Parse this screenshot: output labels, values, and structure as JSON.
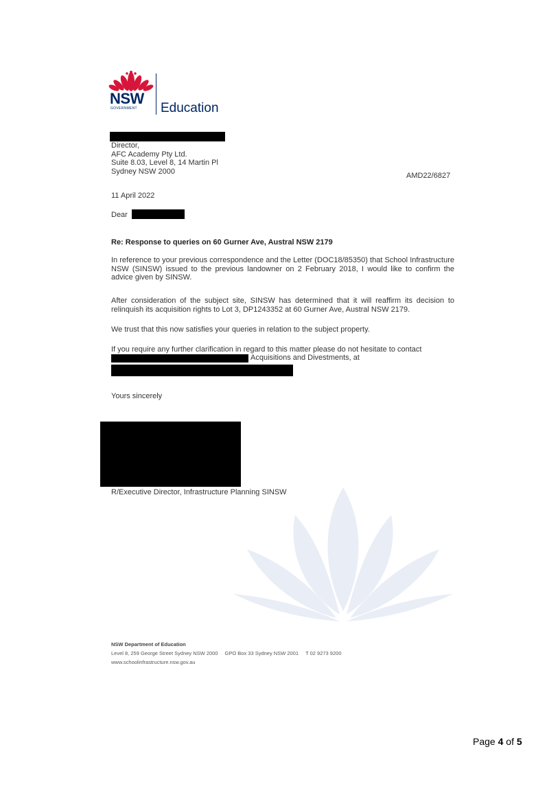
{
  "logo": {
    "nsw": "NSW",
    "government": "GOVERNMENT",
    "department": "Education"
  },
  "letter": {
    "recipient_title": "Director,",
    "recipient_company": "AFC Academy Pty Ltd.",
    "recipient_address_1": "Suite 8.03, Level 8, 14 Martin Pl",
    "recipient_address_2": "Sydney NSW 2000",
    "reference": "AMD22/6827",
    "date": "11 April 2022",
    "salutation": "Dear",
    "subject": "Re: Response to queries on 60 Gurner Ave, Austral NSW 2179",
    "paragraph_1": "In reference to your previous correspondence and the Letter (DOC18/85350) that School Infrastructure NSW (SINSW) issued to the previous landowner on 2 February 2018, I would like to confirm the advice given by SINSW.",
    "paragraph_2": "After consideration of the subject site, SINSW has determined that it will reaffirm its decision to relinquish its acquisition rights to Lot 3, DP1243352 at 60 Gurner Ave, Austral NSW 2179.",
    "paragraph_3": "We trust that this now satisfies your queries in relation to the subject property.",
    "paragraph_4_line_1": "If you require any further clarification in regard to this matter please do not hesitate to contact",
    "paragraph_4_line_2": "Acquisitions and Divestments, at",
    "closing": "Yours sincerely",
    "signatory_title": "R/Executive Director, Infrastructure Planning SINSW"
  },
  "footer": {
    "department": "NSW Department of Education",
    "address": "Level 8, 259 George Street Sydney NSW 2000",
    "po_box": "GPO Box 33 Sydney NSW 2001",
    "phone": "T 02 9273 9200",
    "website": "www.schoolinfrastructure.nsw.gov.au"
  },
  "page_footer": {
    "prefix": "Page ",
    "current": "4",
    "middle": " of ",
    "total": "5"
  },
  "colors": {
    "brand_navy": "#002664",
    "brand_red": "#d7153a",
    "watermark": "#e9edf6"
  }
}
